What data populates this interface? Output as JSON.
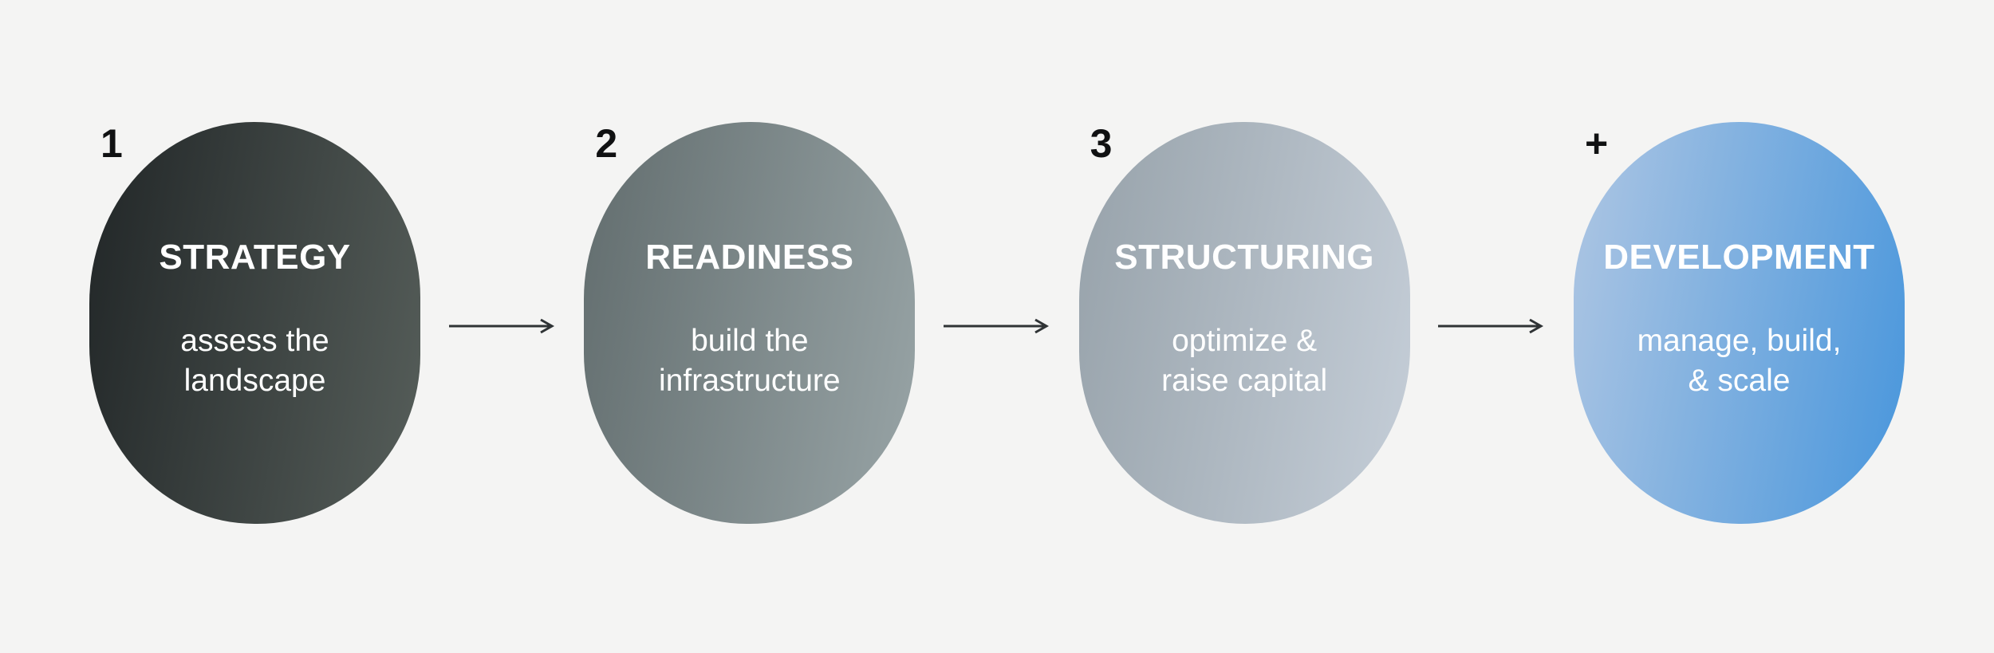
{
  "background_color": "#f4f4f3",
  "arrow_color": "#2f3335",
  "marker_color": "#101112",
  "text_color": "#ffffff",
  "steps": [
    {
      "marker": "1",
      "title": "STRATEGY",
      "subtitle": "assess the\nlandscape",
      "gradient_start": "#212627",
      "gradient_end": "#565e5a"
    },
    {
      "marker": "2",
      "title": "READINESS",
      "subtitle": "build the\ninfrastructure",
      "gradient_start": "#626d6e",
      "gradient_end": "#98a4a6"
    },
    {
      "marker": "3",
      "title": "STRUCTURING",
      "subtitle": "optimize &\nraise capital",
      "gradient_start": "#97a2aa",
      "gradient_end": "#c5ced8"
    },
    {
      "marker": "+",
      "title": "DEVELOPMENT",
      "subtitle": "manage, build,\n& scale",
      "gradient_start": "#aec6e3",
      "gradient_end": "#4896dc"
    }
  ]
}
